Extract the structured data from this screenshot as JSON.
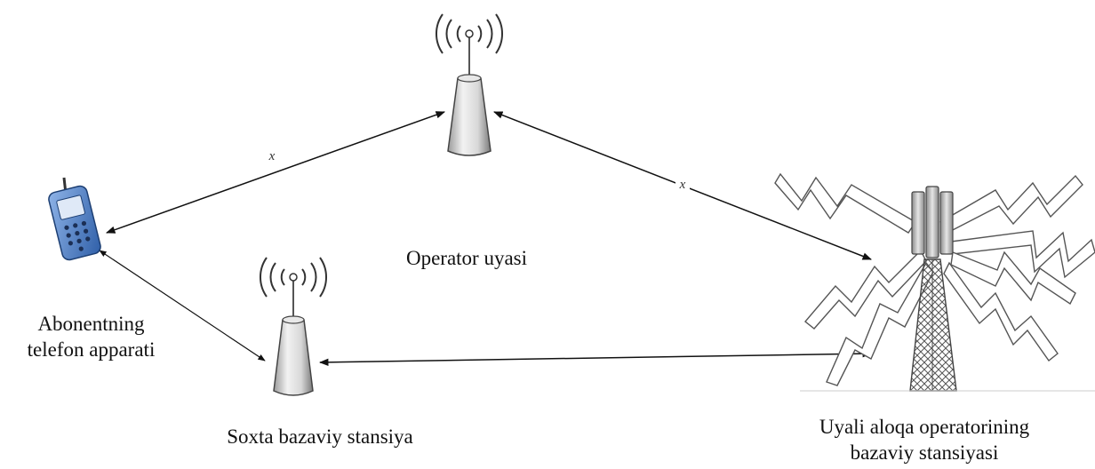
{
  "labels": {
    "operator_node": "Operator uyasi",
    "subscriber_line1": "Abonentning",
    "subscriber_line2": "telefon apparati",
    "fake_station": "Soxta bazaviy stansiya",
    "base_station_line1": "Uyali aloqa operatorining",
    "base_station_line2": "bazaviy stansiyasi"
  },
  "link_markers": {
    "phone_operator": "x",
    "operator_basestation": "x"
  }
}
